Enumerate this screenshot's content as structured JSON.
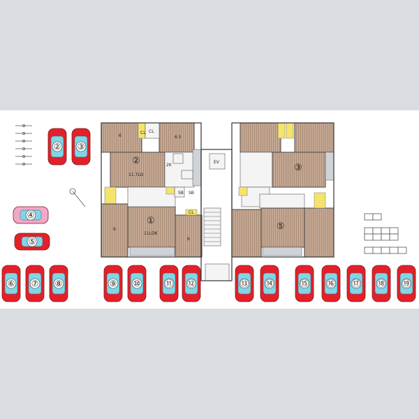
{
  "units": {
    "u1": {
      "num": "①",
      "area": "11LDK"
    },
    "u2": {
      "num": "②",
      "area": "11.7LD"
    },
    "u3": {
      "num": "③"
    },
    "u5": {
      "num": "⑤"
    }
  },
  "room_labels": {
    "r6": "6",
    "r65": "6.5",
    "cl1": "CL",
    "cl2": "CL",
    "cl3": "CL",
    "sb1": "SB",
    "sb2": "SB",
    "ev": "EV",
    "k1": "2K",
    "r6b": "6",
    "r6c": "6"
  },
  "parking": [
    "②",
    "③",
    "④",
    "⑤",
    "⑥",
    "⑦",
    "⑧",
    "⑨",
    "⑩",
    "⑪",
    "⑫",
    "⑬",
    "⑭",
    "⑮",
    "⑯",
    "⑰",
    "⑱",
    "⑲"
  ],
  "colors": {
    "car_red": "#e3202a",
    "car_pink": "#f2a7c6",
    "glass": "#7fd6e6",
    "wood": "#b99a82"
  }
}
